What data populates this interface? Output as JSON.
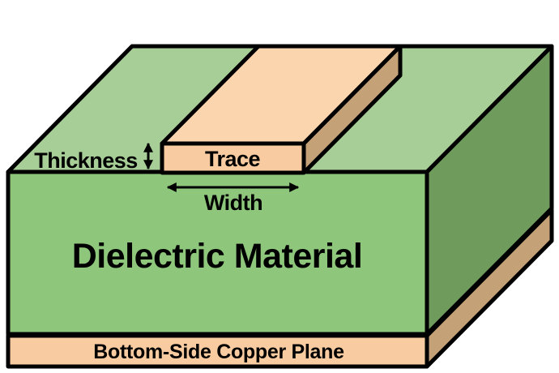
{
  "diagram": {
    "labels": {
      "thickness": "Thickness",
      "trace": "Trace",
      "width": "Width",
      "dielectric": "Dielectric Material",
      "bottom_plane": "Bottom-Side Copper Plane"
    },
    "colors": {
      "background": "#FFFFFF",
      "outline": "#000000",
      "dielectric_top": "#A8CE97",
      "dielectric_front": "#8EC77B",
      "dielectric_side": "#6F9B5C",
      "copper_top": "#FAD5AE",
      "copper_front": "#F8CCA0",
      "copper_side": "#C5A178"
    }
  }
}
